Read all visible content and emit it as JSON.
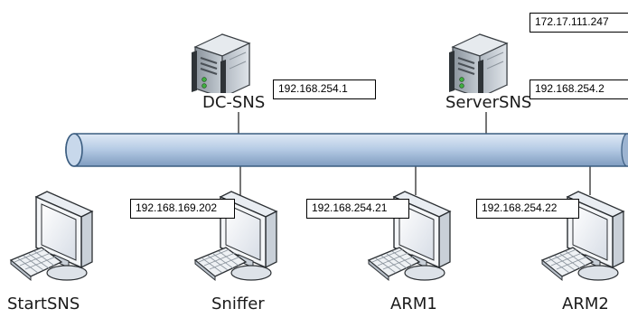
{
  "servers": [
    {
      "name": "DC-SNS",
      "ips": [
        "192.168.254.1"
      ]
    },
    {
      "name": "ServerSNS",
      "ips": [
        "172.17.111.247",
        "192.168.254.2"
      ]
    }
  ],
  "workstations": [
    {
      "name": "StartSNS",
      "ip": ""
    },
    {
      "name": "Sniffer",
      "ip": "192.168.169.202"
    },
    {
      "name": "ARM1",
      "ip": "192.168.254.21"
    },
    {
      "name": "ARM2",
      "ip": "192.168.254.22"
    }
  ],
  "colors": {
    "bus_fill": "#b8cde6",
    "bus_stroke": "#3b5d80",
    "ip_border": "#000000"
  },
  "icons": {
    "server": "server-tower-icon",
    "workstation": "desktop-computer-icon"
  }
}
